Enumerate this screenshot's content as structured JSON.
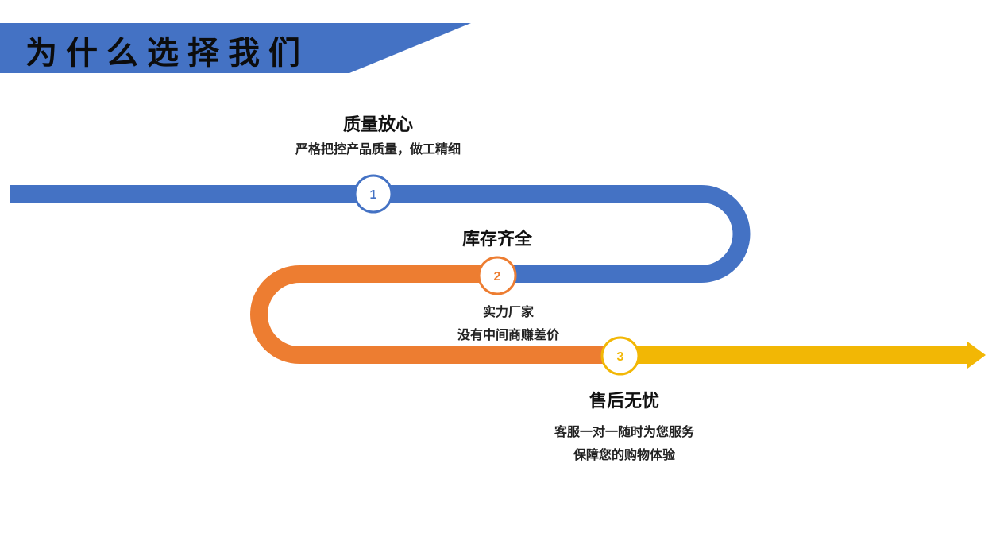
{
  "header": {
    "title": "为什么选择我们"
  },
  "colors": {
    "blue": "#4472C4",
    "orange": "#ED7D31",
    "yellow": "#F2B705",
    "title_bar": "#4472C4"
  },
  "steps": [
    {
      "number": "1",
      "title": "质量放心",
      "desc": [
        "严格把控产品质量，做工精细"
      ]
    },
    {
      "number": "2",
      "title": "库存齐全",
      "desc": [
        "实力厂家",
        "没有中间商赚差价"
      ]
    },
    {
      "number": "3",
      "title": "售后无忧",
      "desc": [
        "客服一对一随时为您服务",
        "保障您的购物体验"
      ]
    }
  ]
}
